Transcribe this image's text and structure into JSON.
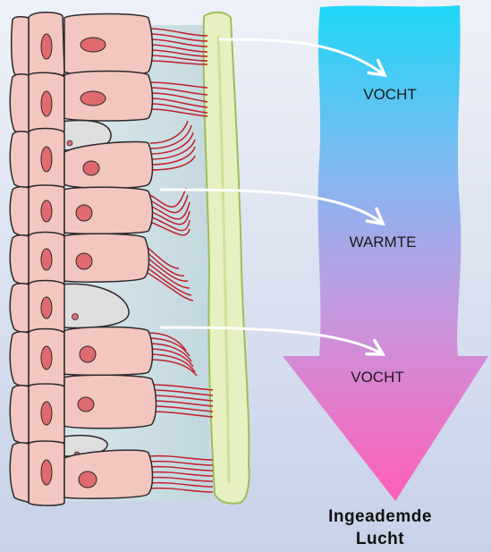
{
  "diagram": {
    "labels": {
      "moisture_top": "VOCHT",
      "warmth": "WARMTE",
      "moisture_bottom": "VOCHT"
    },
    "caption": {
      "line1": "Ingeademde",
      "line2": "Lucht"
    }
  },
  "colors": {
    "background_top": "#eef1f8",
    "background_bottom": "#c7d2e8",
    "arrow_top": "#1ed8f7",
    "arrow_bottom": "#ff6fc2",
    "cell_fill": "#f3c6c0",
    "cell_stroke": "#2a2a2a",
    "nucleus": "#e06a70",
    "cilia": "#c0202a",
    "mucus_layer": "#e6f0c0",
    "goblet_cell": "#dedede"
  }
}
